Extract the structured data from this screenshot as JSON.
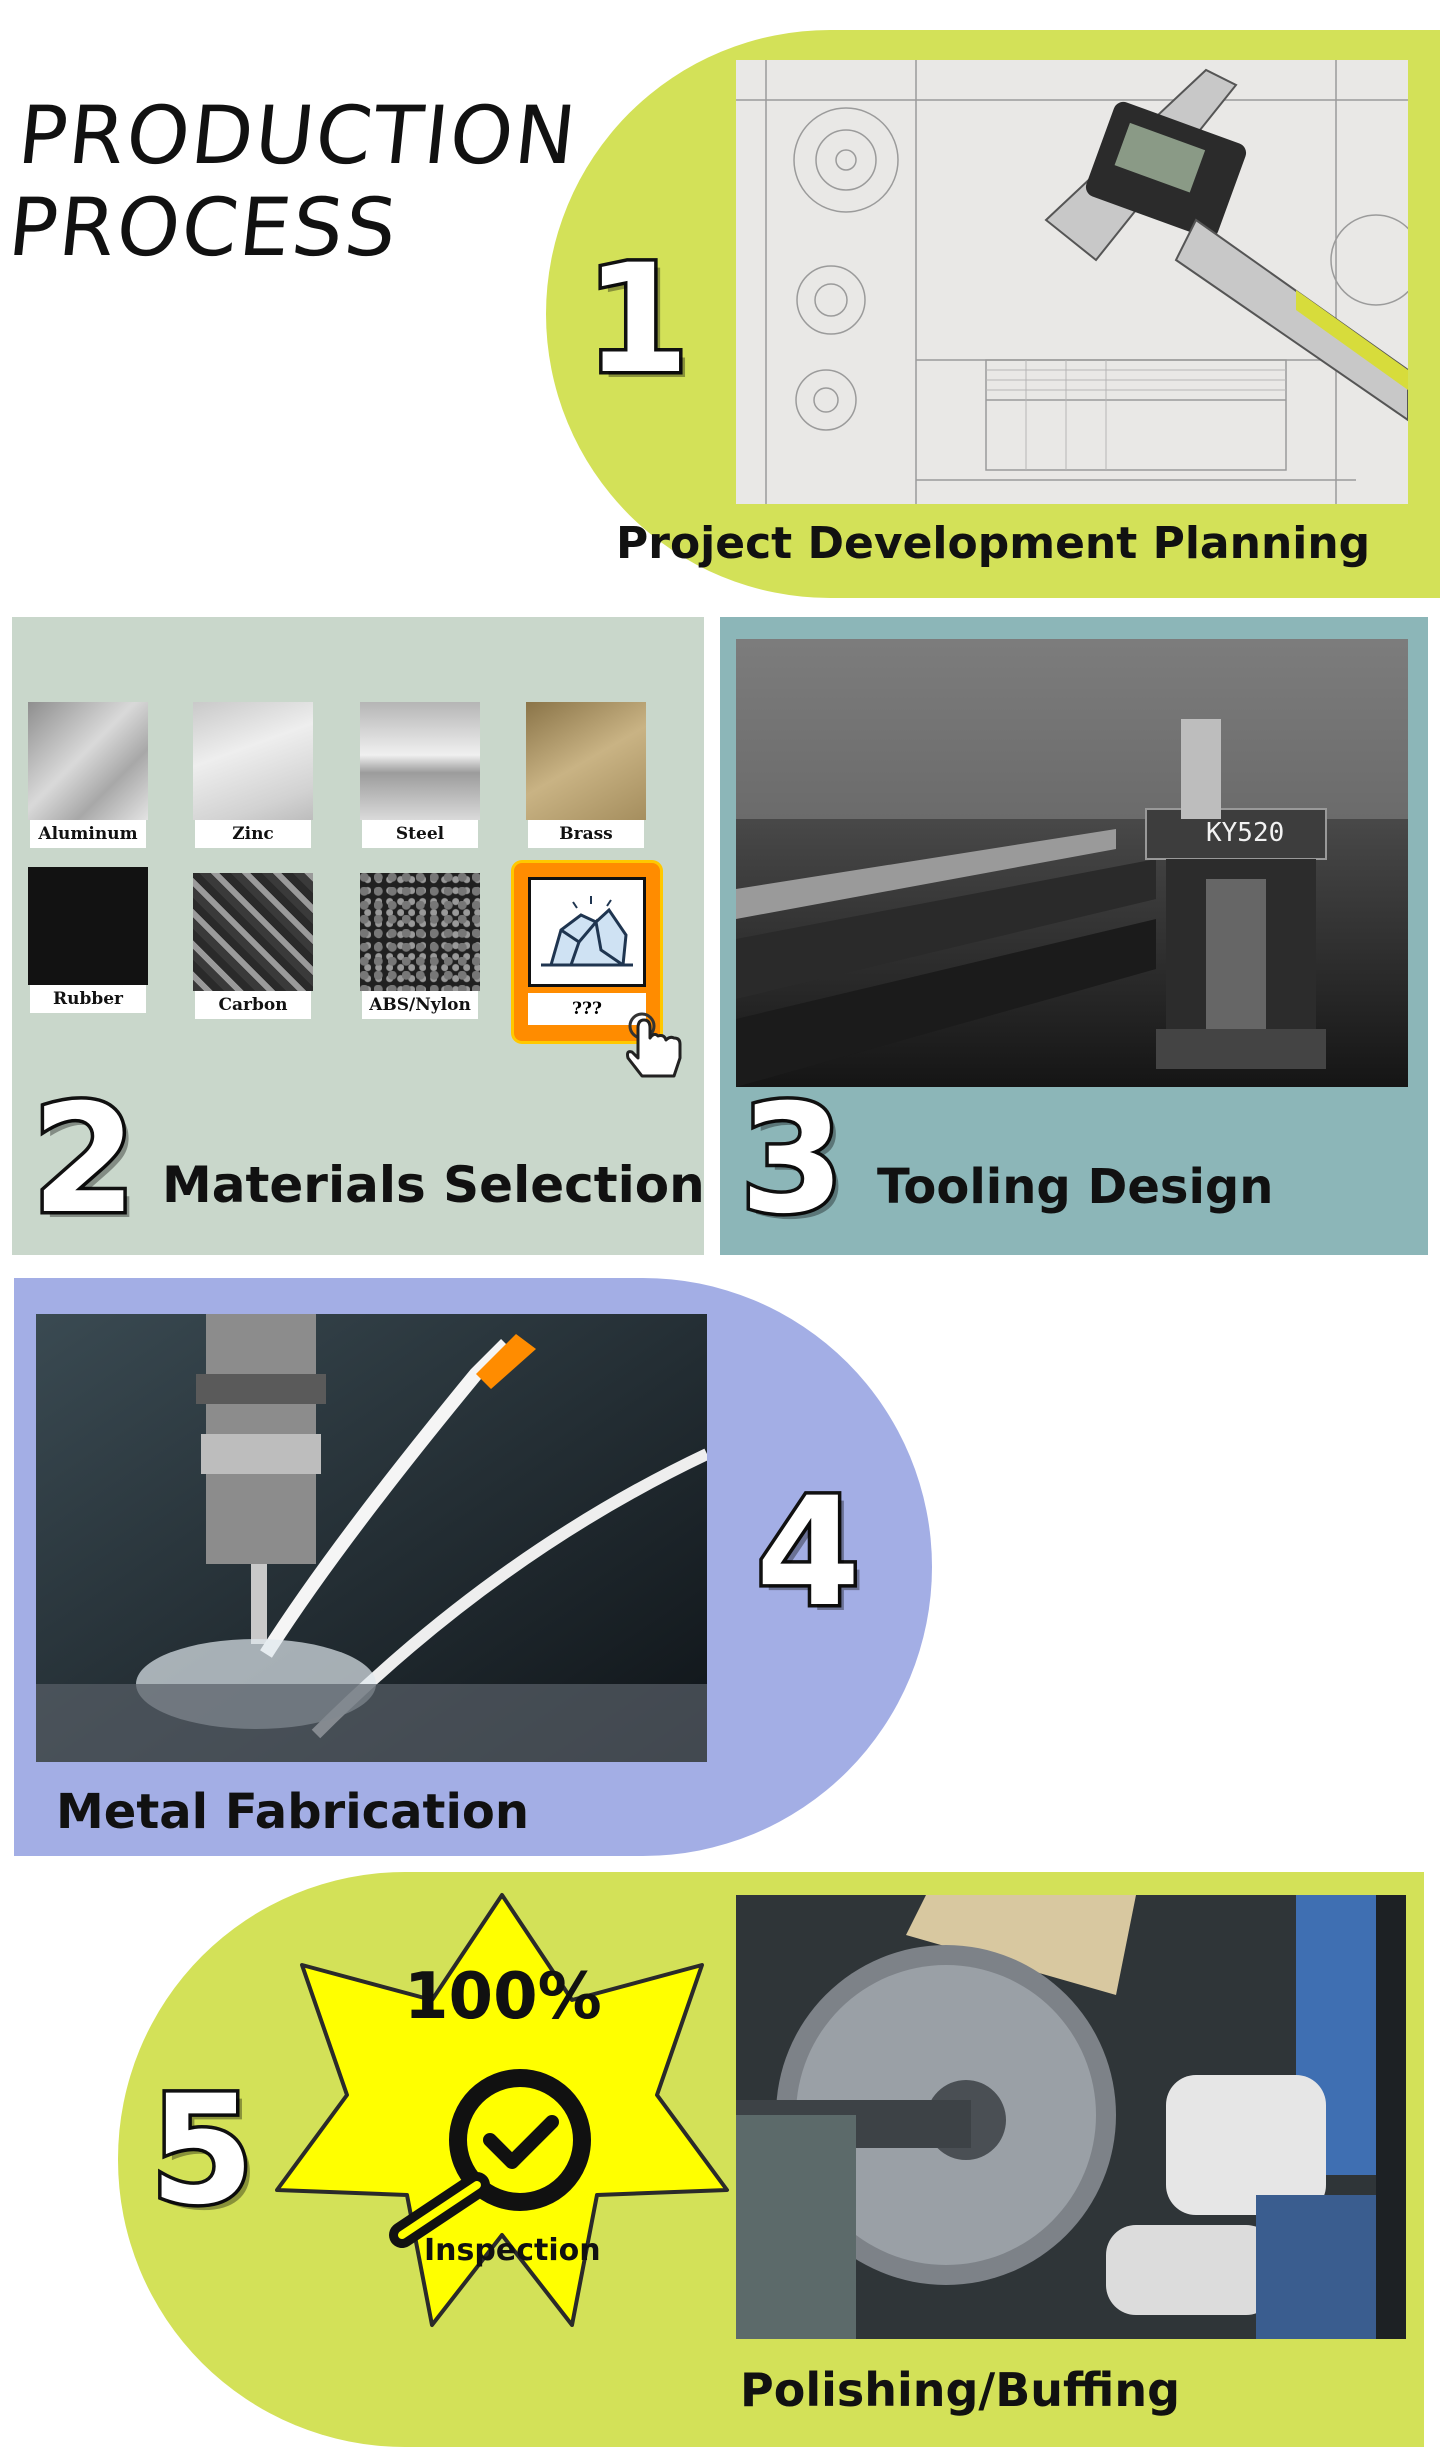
{
  "page": {
    "title_line1": "PRODUCTION",
    "title_line2": "PROCESS"
  },
  "colors": {
    "lime": "#d3e158",
    "sage": "#c9d7cb",
    "teal": "#8cb6b8",
    "lavender": "#a3aee5",
    "star": "#ffff00",
    "highlight": "#ff8c00"
  },
  "steps": [
    {
      "number": "1",
      "label": "Project Development Planning",
      "image": "technical-drawing-with-caliper"
    },
    {
      "number": "2",
      "label": "Materials Selection"
    },
    {
      "number": "3",
      "label": "Tooling Design",
      "image": "stamping-die-in-workshop"
    },
    {
      "number": "4",
      "label": "Metal Fabrication",
      "image": "drilling-with-coolant"
    },
    {
      "number": "5",
      "label": "Polishing/Buffing",
      "image": "grinding-wheel-polishing"
    }
  ],
  "materials": [
    {
      "name": "Aluminum",
      "color": "#b9b9b9"
    },
    {
      "name": "Zinc",
      "color": "#d8d8d8"
    },
    {
      "name": "Steel",
      "color": "#c4c4c4"
    },
    {
      "name": "Brass",
      "color": "#b59e6e"
    },
    {
      "name": "Rubber",
      "color": "#111111"
    },
    {
      "name": "Carbon",
      "color": "#6e6e6e"
    },
    {
      "name": "ABS/Nylon",
      "color": "#3d3d3d"
    },
    {
      "name": "???",
      "color": "#ffffff",
      "highlighted": true
    }
  ],
  "inspection_badge": {
    "percent": "100%",
    "text": "Inspection"
  },
  "die_marking": "KY520"
}
